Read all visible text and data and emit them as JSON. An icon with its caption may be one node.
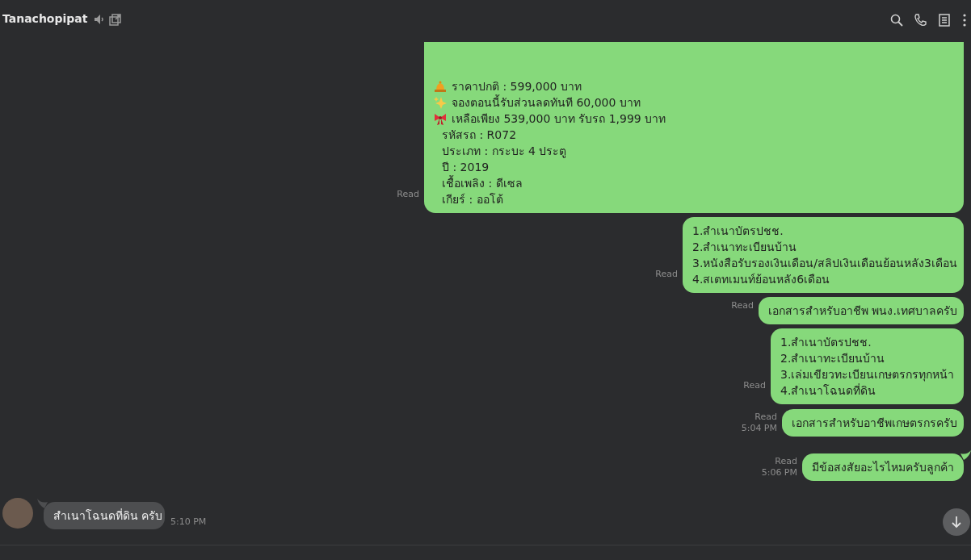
{
  "diagram": {
    "nodes": [
      {
        "text": [
          "ราคาปกติ : 599,000 บาท",
          "จองตอนนี้รับส่วนลดทันที 60,000 บาท",
          "เหลือเพียง 539,000 บาท รับรถ 1,999 บาท",
          "รหัสรถ : R072",
          "ประเภท : กระบะ 4 ประตู",
          "ปี : 2019",
          "เชื้อเพลิง : ดีเซล",
          "เกียร์ : ออโต้"
        ],
        "beside": [
          "Read"
        ]
      },
      {
        "text": [
          "1.สำเนาบัตรปชช.",
          "2.สำเนาทะเบียนบ้าน",
          "3.หนังสือรับรองเงินเดือน/สลิปเงินเดือนย้อนหลัง3เดือน",
          "4.สเตทเมนท์ย้อนหลัง6เดือน"
        ],
        "beside": [
          "Read"
        ]
      },
      {
        "text": [
          "เอกสารสำหรับอาชีพ พนง.เทศบาลครับ"
        ],
        "beside": [
          "Read"
        ]
      },
      {
        "text": [
          "1.สำเนาบัตรปชช.",
          "2.สำเนาทะเบียนบ้าน",
          "3.เล่มเขียวทะเบียนเกษตรกรทุกหน้า",
          "4.สำเนาโฉนดที่ดิน"
        ],
        "beside": [
          "Read"
        ]
      },
      {
        "text": [
          "เอกสารสำหรับอาชีพเกษตรกรครับ"
        ],
        "beside": [
          "Read",
          "5:04 PM"
        ]
      },
      {
        "text": [
          "มีข้อสงสัยอะไรไหมครับลูกค้า"
        ],
        "beside": [
          "Read",
          "5:06 PM"
        ]
      },
      {
        "text": [
          "สำเนาโฉนดที่ดิน ครับ"
        ],
        "beside": [
          "5:10 PM"
        ]
      }
    ],
    "labels": [
      "Tanachopipat"
    ]
  }
}
